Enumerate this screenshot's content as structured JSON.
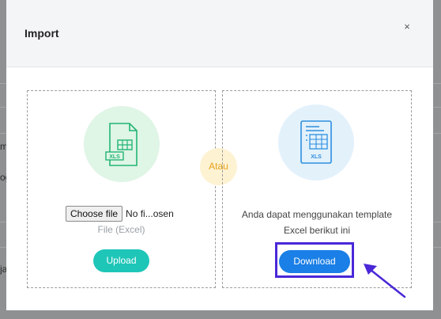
{
  "modal": {
    "title": "Import",
    "close_label": "×"
  },
  "upload_panel": {
    "icon_label": "XLS",
    "choose_button_label": "Choose file",
    "file_name": "No fi...osen",
    "hint": "File (Excel)",
    "upload_label": "Upload"
  },
  "divider": {
    "label": "Atau"
  },
  "download_panel": {
    "icon_label": "XLS",
    "description_line1": "Anda dapat menggunakan template",
    "description_line2": "Excel berikut ini",
    "download_label": "Download"
  },
  "background": {
    "edge_texts": [
      "m",
      "og",
      "ja"
    ]
  },
  "colors": {
    "upload_button": "#1ec6b8",
    "download_button": "#1a7fe6",
    "atau_text": "#e6a21c",
    "highlight": "#4a28d8",
    "excel_green": "#22b573",
    "excel_blue": "#2d8fe0"
  }
}
